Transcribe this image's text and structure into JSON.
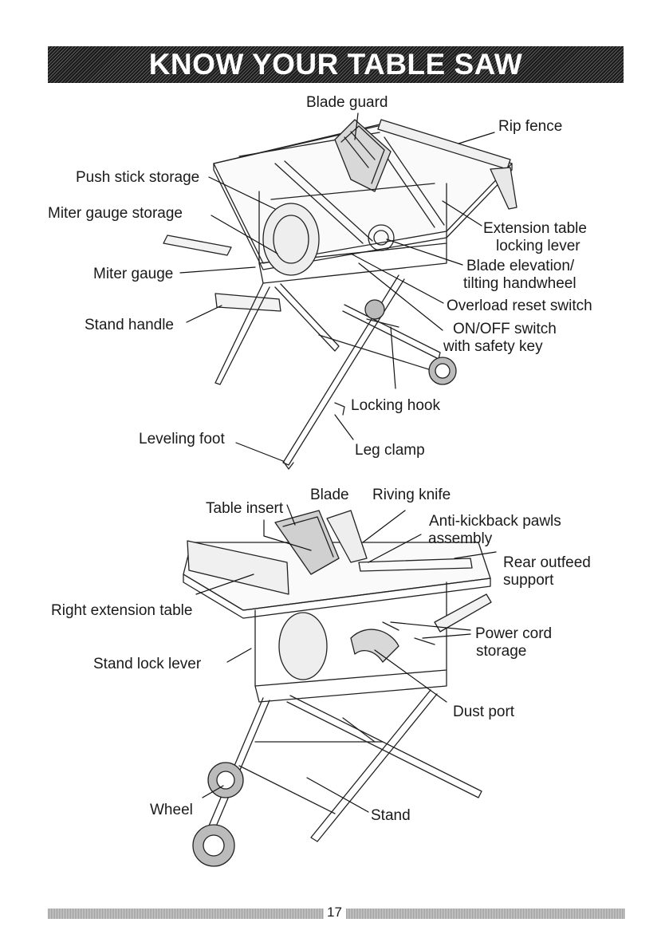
{
  "header": {
    "title": "KNOW YOUR TABLE SAW"
  },
  "labels_top": {
    "blade_guard": "Blade guard",
    "rip_fence": "Rip fence",
    "push_stick_storage": "Push stick storage",
    "miter_gauge_storage": "Miter gauge storage",
    "miter_gauge": "Miter gauge",
    "stand_handle": "Stand handle",
    "extension_table_locking_lever_1": "Extension table",
    "extension_table_locking_lever_2": "locking lever",
    "blade_elevation_1": "Blade elevation/",
    "blade_elevation_2": "tilting handwheel",
    "overload_reset_switch": "Overload reset switch",
    "on_off_switch_1": "ON/OFF switch",
    "on_off_switch_2": "with safety key",
    "locking_hook": "Locking hook",
    "leveling_foot": "Leveling foot",
    "leg_clamp": "Leg clamp"
  },
  "labels_bottom": {
    "table_insert": "Table insert",
    "blade": "Blade",
    "riving_knife": "Riving knife",
    "anti_kickback_1": "Anti-kickback pawls",
    "anti_kickback_2": "assembly",
    "rear_outfeed_1": "Rear outfeed",
    "rear_outfeed_2": "support",
    "right_extension_table": "Right extension table",
    "stand_lock_lever": "Stand lock lever",
    "power_cord_1": "Power cord",
    "power_cord_2": "storage",
    "dust_port": "Dust port",
    "wheel": "Wheel",
    "stand": "Stand"
  },
  "footer": {
    "page_number": "17"
  }
}
